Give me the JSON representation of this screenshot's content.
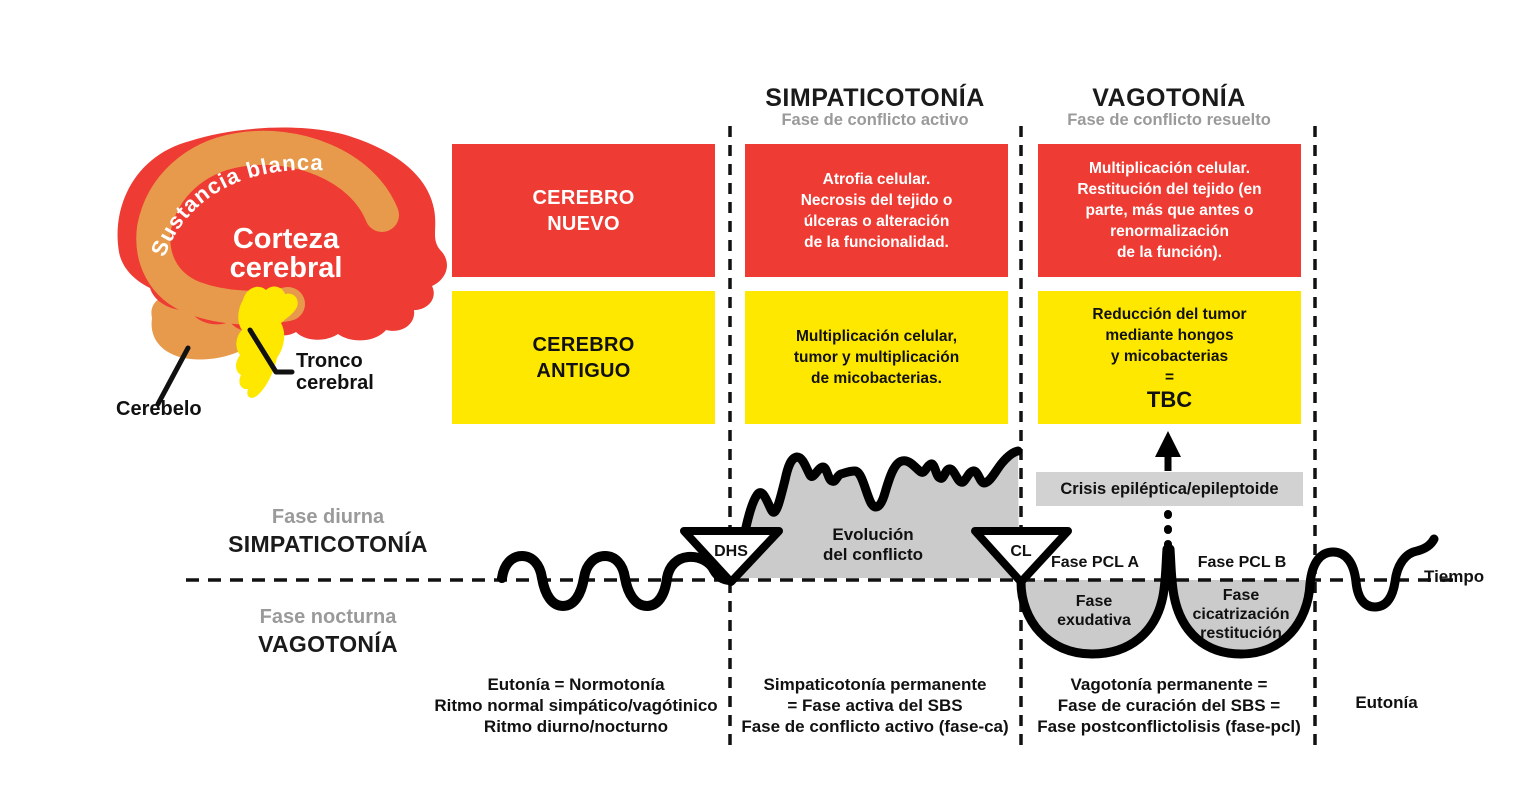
{
  "colors": {
    "red": "#EE3B33",
    "yellow": "#FFE800",
    "orange": "#E89A4C",
    "gray_fill": "#CBCBCB",
    "gray_box": "#D2D2D2",
    "gray_text": "#9A9A9A"
  },
  "brain": {
    "white_matter": "Sustancia blanca",
    "cortex": [
      "Corteza",
      "cerebral"
    ],
    "brainstem": [
      "Tronco",
      "cerebral"
    ],
    "cerebellum": "Cerebelo"
  },
  "headers": {
    "simpaticotonia": {
      "title": "SIMPATICOTONÍA",
      "subtitle": "Fase de conflicto activo"
    },
    "vagotonia": {
      "title": "VAGOTONÍA",
      "subtitle": "Fase de conflicto resuelto"
    }
  },
  "matrix": {
    "new_brain": {
      "label": [
        "CEREBRO",
        "NUEVO"
      ],
      "active": [
        "Atrofia celular.",
        "Necrosis del tejido o",
        "úlceras o alteración",
        "de la funcionalidad."
      ],
      "resolved": [
        "Multiplicación celular.",
        "Restitución del tejido (en",
        "parte, más que antes o",
        "renormalización",
        "de la función)."
      ]
    },
    "old_brain": {
      "label": [
        "CEREBRO",
        "ANTIGUO"
      ],
      "active": [
        "Multiplicación celular,",
        "tumor y multiplicación",
        "de micobacterias."
      ],
      "resolved": [
        "Reducción del tumor",
        "mediante hongos",
        "y micobacterias",
        "="
      ],
      "resolved_big": "TBC"
    }
  },
  "timeline": {
    "crisis": "Crisis epiléptica/epileptoide",
    "dhs": "DHS",
    "cl": "CL",
    "evolution": [
      "Evolución",
      "del conflicto"
    ],
    "pcl_a": "Fase PCL A",
    "pcl_b": "Fase PCL B",
    "exudative": [
      "Fase",
      "exudativa"
    ],
    "scarring": [
      "Fase",
      "cicatrización",
      "restitución"
    ],
    "tiempo": "Tiempo",
    "day_phase": "Fase diurna",
    "day_tone": "SIMPATICOTONÍA",
    "night_phase": "Fase nocturna",
    "night_tone": "VAGOTONÍA"
  },
  "footer": {
    "col1": [
      "Eutonía = Normotonía",
      "Ritmo normal simpático/vagótinico",
      "Ritmo diurno/nocturno"
    ],
    "col2": [
      "Simpaticotonía permanente",
      "= Fase activa del SBS",
      "Fase de conflicto activo (fase-ca)"
    ],
    "col3": [
      "Vagotonía permanente =",
      "Fase de curación del SBS =",
      "Fase postconflictolisis (fase-pcl)"
    ],
    "col4": "Eutonía"
  }
}
